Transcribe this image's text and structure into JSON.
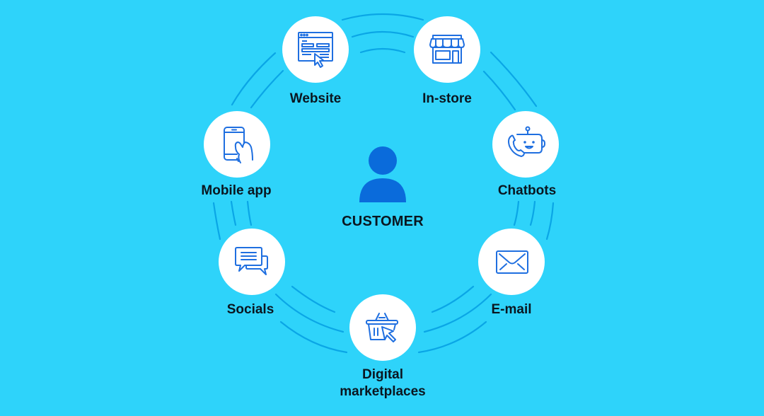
{
  "diagram": {
    "center": {
      "label": "CUSTOMER",
      "icon": "person-icon",
      "icon_color": "#0A6BDB"
    },
    "colors": {
      "background": "#2ED3FA",
      "arc": "#0AA6E6",
      "node_fill": "#FFFFFF",
      "icon_stroke": "#1F6FE0",
      "text": "#0A1620"
    },
    "channels": [
      {
        "id": "website",
        "label": "Website",
        "icon": "browser-cursor-icon"
      },
      {
        "id": "in-store",
        "label": "In-store",
        "icon": "storefront-icon"
      },
      {
        "id": "chatbots",
        "label": "Chatbots",
        "icon": "chatbot-phone-icon"
      },
      {
        "id": "e-mail",
        "label": "E-mail",
        "icon": "envelope-icon"
      },
      {
        "id": "digital-marketplaces",
        "label_line1": "Digital",
        "label_line2": "marketplaces",
        "icon": "basket-cursor-icon"
      },
      {
        "id": "socials",
        "label": "Socials",
        "icon": "chat-bubbles-icon"
      },
      {
        "id": "mobile-app",
        "label": "Mobile app",
        "icon": "phone-hand-icon"
      }
    ]
  }
}
